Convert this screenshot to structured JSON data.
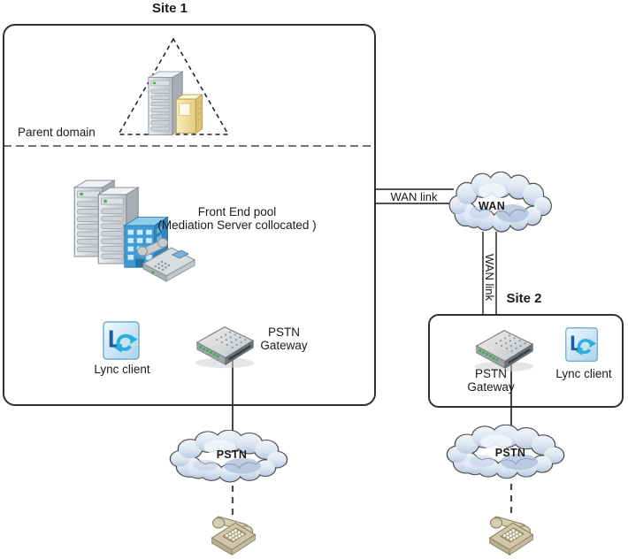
{
  "site1": {
    "title": "Site 1",
    "parent_domain_label": "Parent domain",
    "front_end_pool_line1": "Front End pool",
    "front_end_pool_line2": "(Mediation Server collocated )",
    "lync_client_label": "Lync client",
    "pstn_gateway_line1": "PSTN",
    "pstn_gateway_line2": "Gateway"
  },
  "site2": {
    "title": "Site 2",
    "pstn_gateway_line1": "PSTN",
    "pstn_gateway_line2": "Gateway",
    "lync_client_label": "Lync client"
  },
  "wan": {
    "cloud_label": "WAN",
    "link_label_horizontal": "WAN link",
    "link_label_vertical": "WAN link"
  },
  "pstn_left": {
    "cloud_label": "PSTN"
  },
  "pstn_right": {
    "cloud_label": "PSTN"
  },
  "icons": {
    "lync_letter": "L"
  },
  "colors": {
    "box_border": "#2f2f2f",
    "cloud_border": "#4d4d4d",
    "cloud_fill_top": "#eef3fa",
    "cloud_fill_bottom": "#b9c9e2",
    "lync_blue": "#1c5d9d",
    "lync_swirl": "#2aaede",
    "building_blue": "#3e9bd6",
    "led_green": "#43b04a",
    "phone_tan": "#cfc7a8",
    "directory_yellow": "#f0dc96"
  }
}
